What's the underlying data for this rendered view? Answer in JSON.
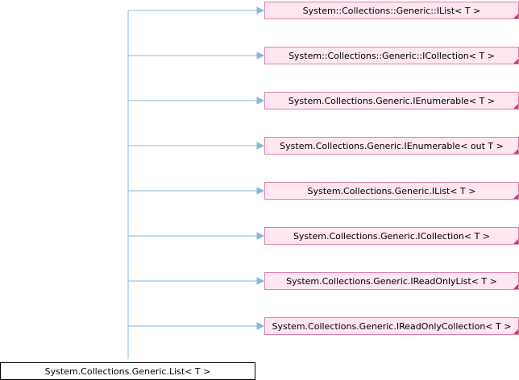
{
  "diagram": {
    "main_class": "System.Collections.Generic.List< T >",
    "interfaces": [
      "System::Collections::Generic::IList< T >",
      "System::Collections::Generic::ICollection< T >",
      "System.Collections.Generic.IEnumerable< T >",
      "System.Collections.Generic.IEnumerable< out T >",
      "System.Collections.Generic.IList< T >",
      "System.Collections.Generic.ICollection< T >",
      "System.Collections.Generic.IReadOnlyList< T >",
      "System.Collections.Generic.IReadOnlyCollection< T >"
    ],
    "colors": {
      "edge": "#87b8d8",
      "node_fill": "#ffe6f0",
      "node_border": "#e080a8",
      "node_corner": "#cc3377",
      "main_border": "#000000"
    }
  }
}
